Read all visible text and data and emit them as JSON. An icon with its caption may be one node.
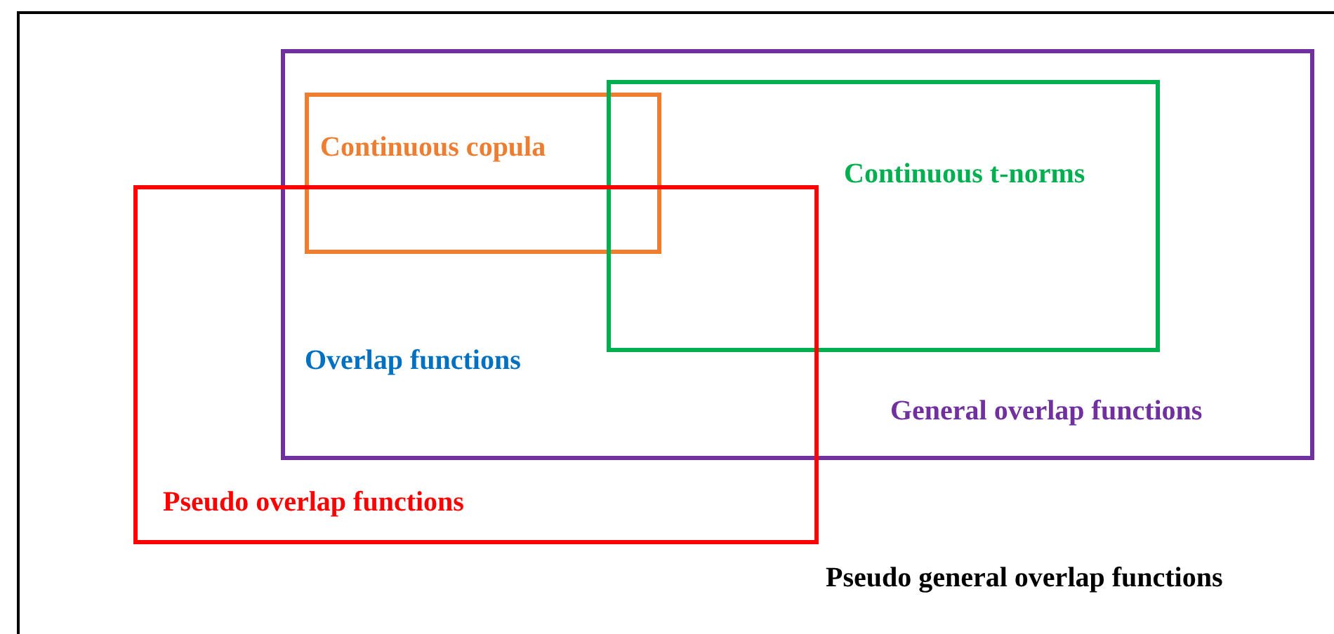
{
  "diagram": {
    "nodes": [
      {
        "text": [
          "Pseudo general overlap functions"
        ]
      },
      {
        "text": [
          "General overlap functions"
        ],
        "in": 0
      },
      {
        "text": [
          "Continuous copula"
        ],
        "in": 1
      },
      {
        "text": [
          "Continuous t-norms"
        ],
        "in": 1
      },
      {
        "text": [
          "Pseudo overlap functions"
        ],
        "in": 0
      }
    ],
    "labels": [
      "Overlap functions"
    ]
  }
}
